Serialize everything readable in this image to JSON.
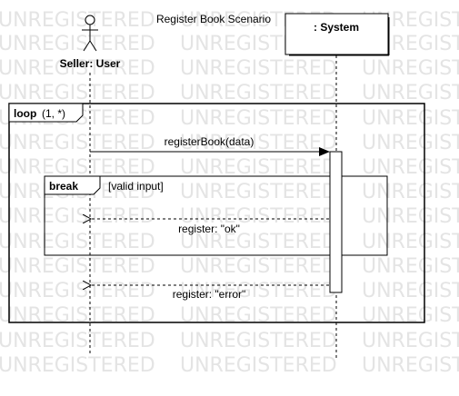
{
  "diagram": {
    "title": "Register Book Scenario",
    "watermark_text": "UNREGISTERED",
    "actor": {
      "label": "Seller: User"
    },
    "system": {
      "label": ": System"
    },
    "loop_fragment": {
      "keyword": "loop",
      "guard": "(1, *)"
    },
    "break_fragment": {
      "keyword": "break",
      "guard": "[valid input]"
    },
    "messages": {
      "request": "registerBook(data)",
      "reply_ok": "register: \"ok\"",
      "reply_error": "register: \"error\""
    }
  }
}
